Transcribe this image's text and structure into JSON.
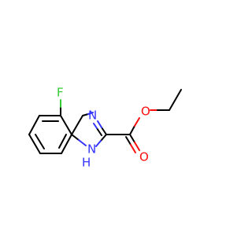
{
  "molecule": {
    "atoms": {
      "fluorine": {
        "label": "F",
        "color": "#33cc33"
      },
      "imine_nitrogen": {
        "label": "N",
        "color": "#3333ff"
      },
      "amine_nitrogen": {
        "label": "N",
        "color": "#3333ff"
      },
      "amine_hydrogen": {
        "label": "H",
        "color": "#3333ff"
      },
      "ester_oxygen": {
        "label": "O",
        "color": "#ff0d0d"
      },
      "carbonyl_oxygen": {
        "label": "O",
        "color": "#ff0d0d"
      }
    },
    "bond_color": "#000000"
  }
}
